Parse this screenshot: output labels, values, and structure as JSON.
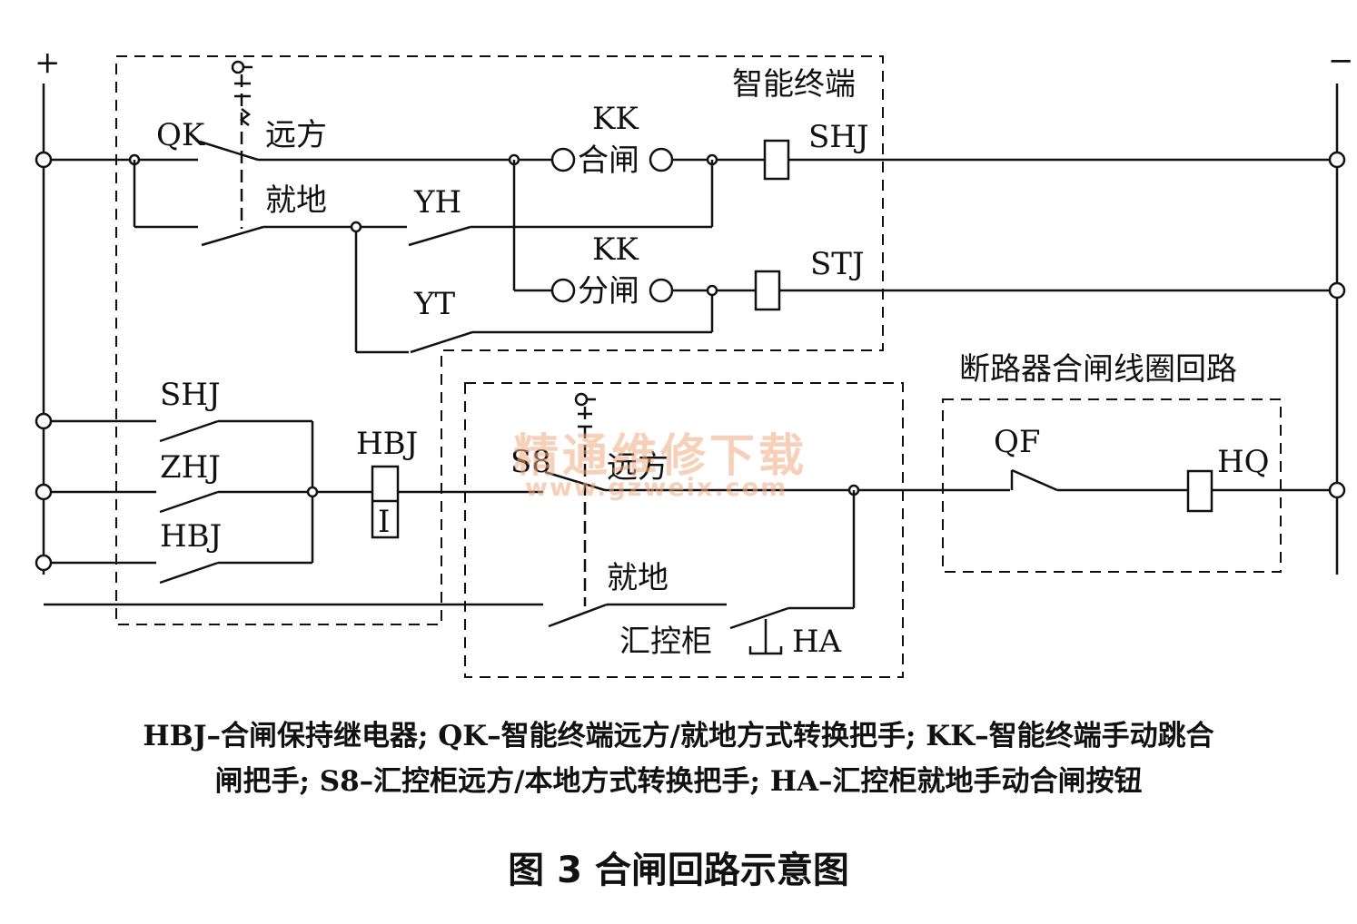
{
  "terminals": {
    "plus": "+",
    "minus": "−"
  },
  "boxes": {
    "smart_terminal": "智能终端",
    "breaker_circuit": "断路器合闸线圈回路"
  },
  "labels": {
    "qk": "QK",
    "remote_top": "远方",
    "local_top": "就地",
    "kk_close": "KK",
    "close_text": "合闸",
    "shj_coil": "SHJ",
    "yh": "YH",
    "kk_open": "KK",
    "open_text": "分闸",
    "stj": "STJ",
    "yt": "YT",
    "shj_contact": "SHJ",
    "zhj": "ZHJ",
    "hbj_contact": "HBJ",
    "hbj_coil": "HBJ",
    "hbj_roman": "I",
    "s8": "S8",
    "remote_s8": "远方",
    "local_s8": "就地",
    "cabinet": "汇控柜",
    "ha": "HA",
    "qf": "QF",
    "hq": "HQ"
  },
  "watermark": {
    "main": "精通维修下载",
    "url": "www.gzweix.com"
  },
  "legend": {
    "line1": "HBJ–合闸保持继电器; QK–智能终端远方/就地方式转换把手; KK–智能终端手动跳合",
    "line2": "闸把手; S8–汇控柜远方/本地方式转换把手; HA–汇控柜就地手动合闸按钮"
  },
  "figure_title": "图 3   合闸回路示意图"
}
